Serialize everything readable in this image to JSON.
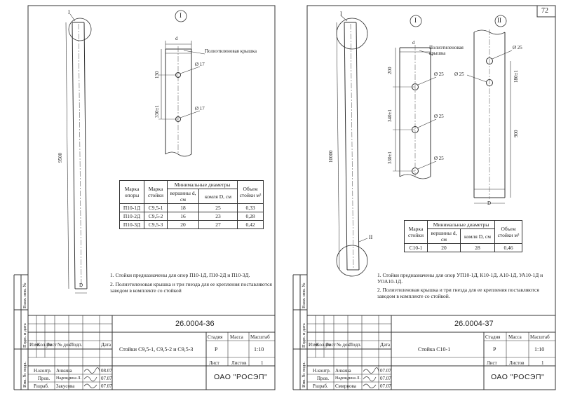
{
  "left": {
    "drawing_code": "26.0004-36",
    "title": "Стойки С9,5-1, С9,5-2 и С9,5-3",
    "org": "ОАО \"РОСЭП\"",
    "callout_main": "I",
    "callout_detail": "I",
    "dim_length": "9500",
    "dim_d": "d",
    "dim_D": "D",
    "dim_130": "130",
    "dim_330": "330±1",
    "hole1": "Ø 17",
    "hole2": "Ø 17",
    "cap_label": "Полиэтиленовая крышка",
    "table": {
      "headers": [
        "Марка опоры",
        "Марка стойки",
        "Минимальные диаметры",
        "вершины d, см",
        "комля D, см",
        "Объем стойки м³"
      ],
      "rows": [
        [
          "П10-1Д",
          "С9,5-1",
          "18",
          "25",
          "0,33"
        ],
        [
          "П10-2Д",
          "С9,5-2",
          "16",
          "23",
          "0,28"
        ],
        [
          "П10-3Д",
          "С9,5-3",
          "20",
          "27",
          "0,42"
        ]
      ]
    },
    "notes": [
      "1. Стойки предназначены для опор П10-1Д, П10-2Д и П10-3Д.",
      "2. Полиэтиленовая крышка и три гнезда для ее крепления поставляются заводом в комплекте со стойкой"
    ],
    "stamp": {
      "stage_h": "Стадия",
      "mass_h": "Масса",
      "scale_h": "Масштаб",
      "stage": "Р",
      "scale": "1:10",
      "sheet_h": "Лист",
      "sheets_h": "Листов",
      "sheets": "1",
      "col_izm": "Изм.",
      "col_kol": "Кол.уч",
      "col_list": "Лист",
      "col_dok": "№ док",
      "col_podp": "Подп.",
      "col_date": "Дата",
      "r1_role": "Н.контр.",
      "r1_name": "Ачкина",
      "r2_role": "Пров.",
      "r2_name": "Надеждина Л.",
      "r3_role": "Разраб.",
      "r3_name": "Закусова",
      "date1": "08.07",
      "date2": "07.07",
      "date3": "07.07"
    },
    "side_labels": [
      "Взам. инв. №",
      "Подп. и дата",
      "Инв. № подл."
    ]
  },
  "right": {
    "sheet_no": "72",
    "drawing_code": "26.0004-37",
    "title": "Стойка С10-1",
    "org": "ОАО \"РОСЭП\"",
    "callout_main_top": "I",
    "callout_main_bottom": "II",
    "callout_d1": "I",
    "callout_d2": "II",
    "dim_length": "10000",
    "dim_d": "d",
    "dim_D": "D",
    "dim_200": "200",
    "dim_340": "340±1",
    "dim_330": "330±1",
    "dim_180": "180±1",
    "dim_900": "900",
    "holes1": [
      "Ø 25",
      "Ø 25",
      "Ø 25"
    ],
    "holes2": [
      "Ø 25",
      "Ø 25"
    ],
    "cap_label": "Полиэтиленовая крышка",
    "table": {
      "headers": [
        "Марка стойки",
        "Минимальные диаметры",
        "вершины d, см",
        "комля D, см",
        "Объем стойки м³"
      ],
      "rows": [
        [
          "С10-1",
          "20",
          "28",
          "0,46"
        ]
      ]
    },
    "notes": [
      "1. Стойки предназначены для опор УП10-1Д, К10-1Д, А10-1Д, УА10-1Д и УОА10-1Д.",
      "2. Полиэтиленовая крышка и три гнезда для ее крепления поставляются заводом в комплекте со стойкой."
    ],
    "stamp": {
      "stage_h": "Стадия",
      "mass_h": "Масса",
      "scale_h": "Масштаб",
      "stage": "Р",
      "scale": "1:10",
      "sheet_h": "Лист",
      "sheets_h": "Листов",
      "sheets": "1",
      "col_izm": "Изм.",
      "col_kol": "Кол.уч",
      "col_list": "Лист",
      "col_dok": "№ док",
      "col_podp": "Подп.",
      "col_date": "Дата",
      "r1_role": "Н.контр.",
      "r1_name": "Ачкина",
      "r2_role": "Пров.",
      "r2_name": "Надеждина Л.",
      "r3_role": "Разраб.",
      "r3_name": "Смирнова",
      "date1": "07.07",
      "date2": "07.07",
      "date3": "07.07"
    },
    "side_labels": [
      "Взам. инв. №",
      "Подп. и дата",
      "Инв. № подл."
    ]
  }
}
